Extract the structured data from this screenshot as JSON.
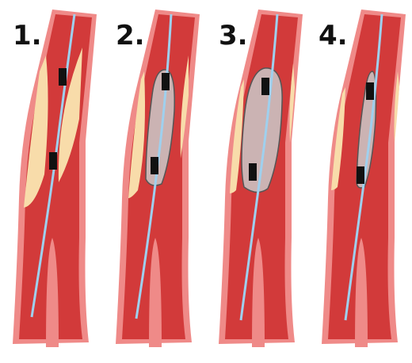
{
  "steps": [
    {
      "label": "1.",
      "stage": "wire-across-stenosis",
      "balloon_inflation": 0
    },
    {
      "label": "2.",
      "stage": "partial-balloon",
      "balloon_inflation": 0.5
    },
    {
      "label": "3.",
      "stage": "full-balloon-inflation",
      "balloon_inflation": 1
    },
    {
      "label": "4.",
      "stage": "deflated-balloon-widened-lumen",
      "balloon_inflation": 0.15
    }
  ],
  "colors": {
    "artery_outer": "#ef8a88",
    "artery_wall": "#d23a3a",
    "artery_lumen": "#e8484a",
    "plaque": "#f8dcaa",
    "balloon": "#cbb3b3",
    "guidewire": "#9fd0ee",
    "marker": "#111111"
  }
}
